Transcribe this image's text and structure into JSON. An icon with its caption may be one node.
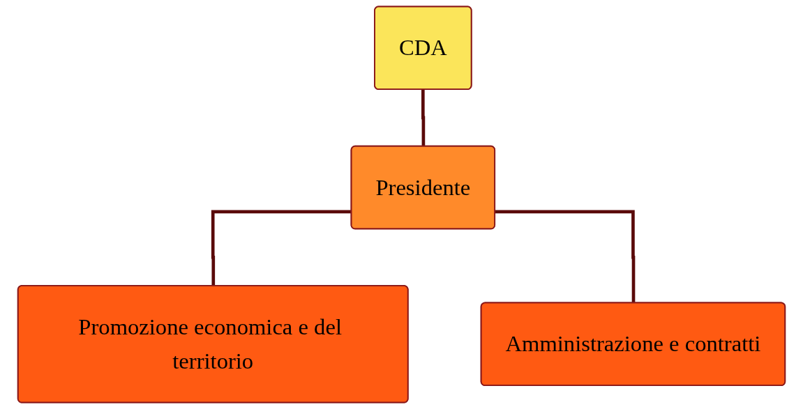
{
  "diagram": {
    "nodes": [
      {
        "text": [
          "CDA"
        ]
      },
      {
        "text": [
          "Presidente"
        ]
      },
      {
        "text": [
          "Promozione economica e del territorio"
        ]
      },
      {
        "text": [
          "Amministrazione e contratti"
        ]
      }
    ],
    "edges": [
      {
        "from": 0,
        "to": 1,
        "arrow": "none"
      },
      {
        "from": 1,
        "to": 2,
        "arrow": "none"
      },
      {
        "from": 1,
        "to": 3,
        "arrow": "none"
      }
    ]
  }
}
